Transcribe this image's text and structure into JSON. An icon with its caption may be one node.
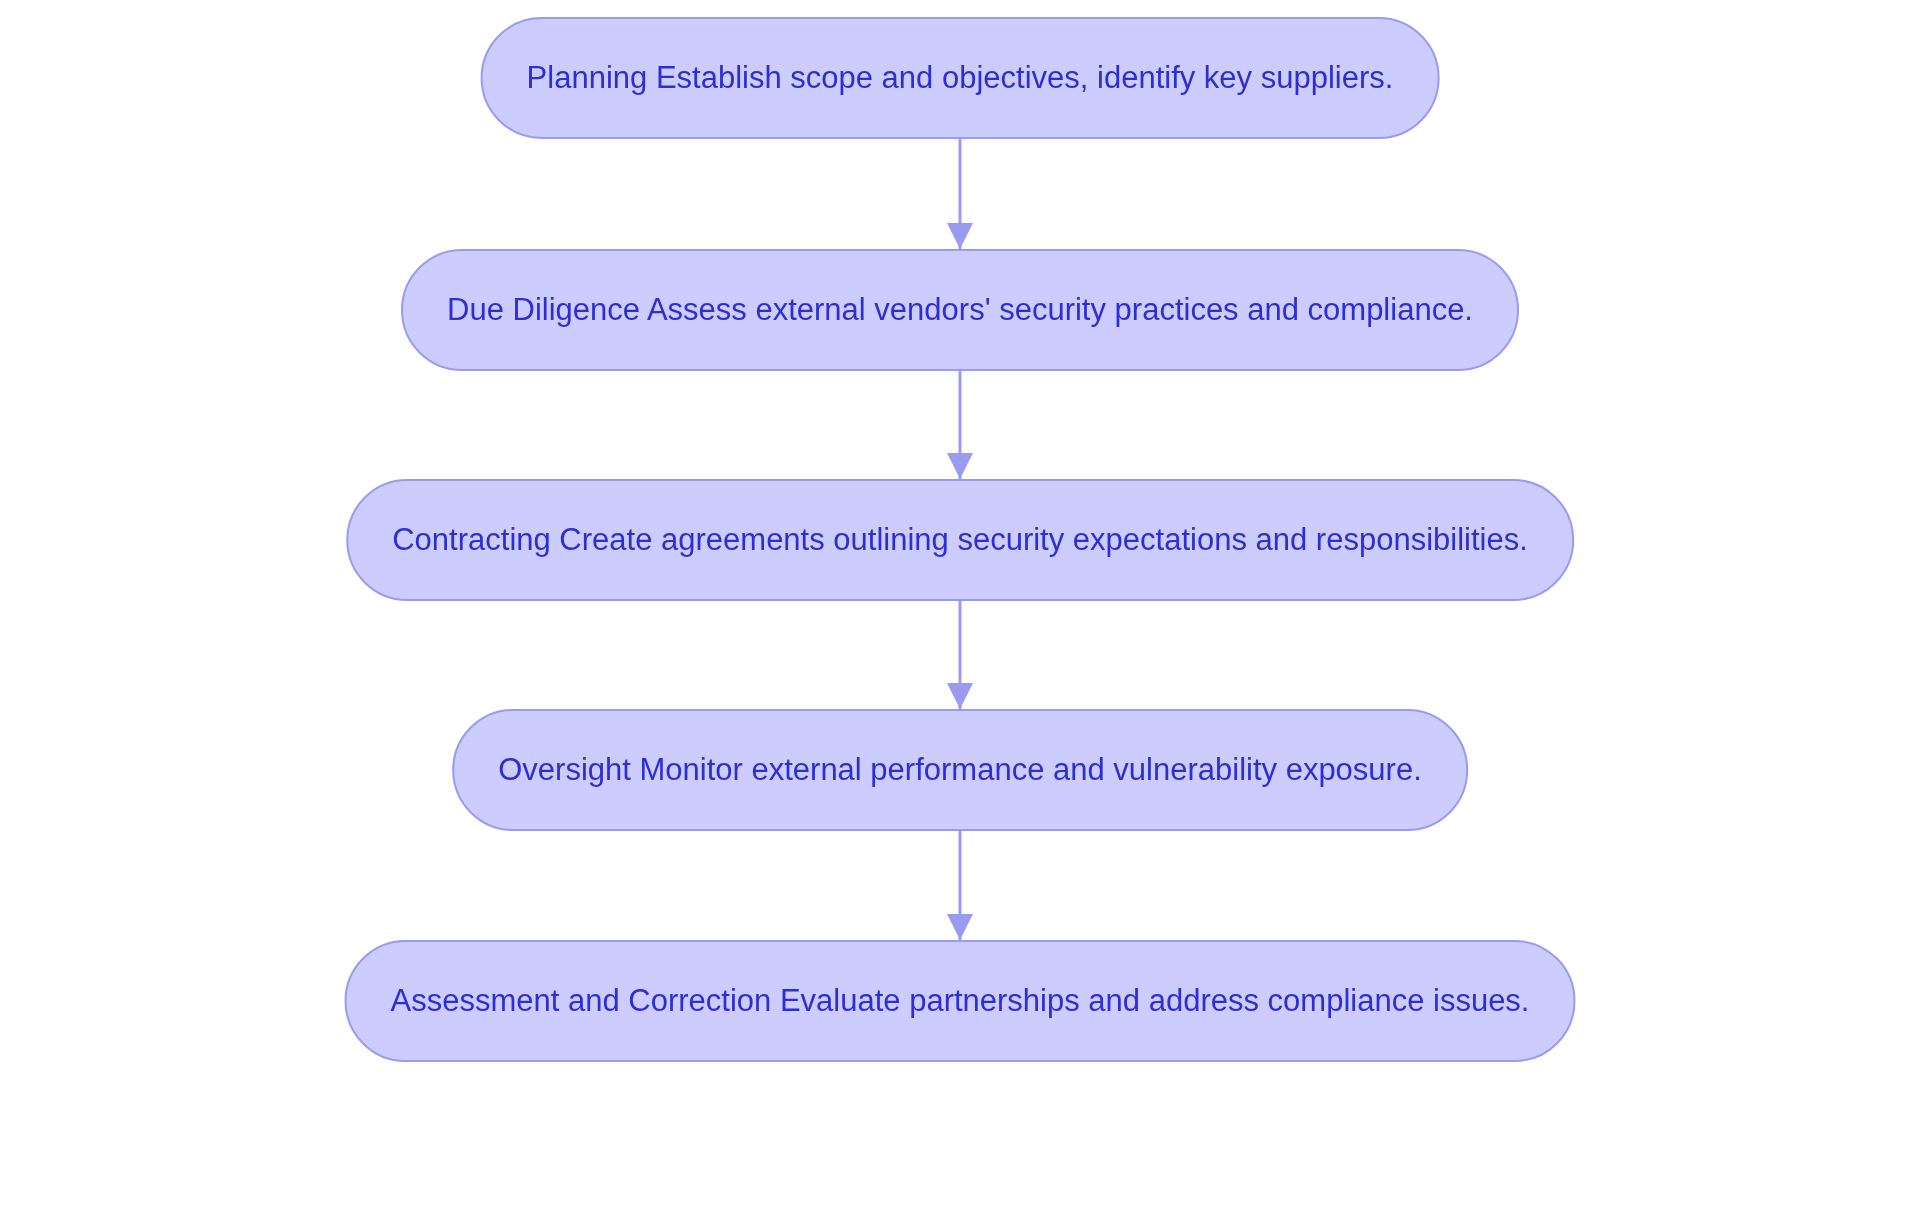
{
  "diagram": {
    "nodes": [
      {
        "text": [
          "Planning Establish scope and objectives, identify key suppliers."
        ]
      },
      {
        "text": [
          "Due Diligence Assess external vendors' security practices and compliance."
        ]
      },
      {
        "text": [
          "Contracting Create agreements outlining security expectations and responsibilities."
        ]
      },
      {
        "text": [
          "Oversight Monitor external performance and vulnerability exposure."
        ]
      },
      {
        "text": [
          "Assessment and Correction Evaluate partnerships and address compliance issues."
        ]
      }
    ],
    "edges": [
      {
        "from": 0,
        "to": 1,
        "arrow": "to"
      },
      {
        "from": 1,
        "to": 2,
        "arrow": "to"
      },
      {
        "from": 2,
        "to": 3,
        "arrow": "to"
      },
      {
        "from": 3,
        "to": 4,
        "arrow": "to"
      }
    ]
  }
}
